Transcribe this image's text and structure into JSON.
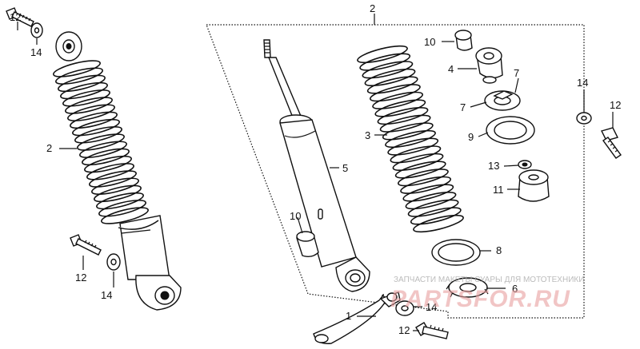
{
  "labels": {
    "c2_assembly": "2",
    "c2_left": "2",
    "c12_top_left": "12",
    "c14_top_left": "14",
    "c12_bottom_left": "12",
    "c14_bottom_left": "14",
    "c5": "5",
    "c3": "3",
    "c10_top": "10",
    "c10_mid": "10",
    "c4": "4",
    "c7_a": "7",
    "c7_b": "7",
    "c9": "9",
    "c13": "13",
    "c11": "11",
    "c8": "8",
    "c6": "6",
    "c1": "1",
    "c14_bottom_mid": "14",
    "c12_bottom_mid": "12",
    "c14_right": "14",
    "c12_right": "12"
  },
  "watermark": {
    "caption": "ЗАПЧАСТИ МАКЕТЫ СУАРЫ ДЛЯ МОТОТЕХНИКИ",
    "logo_text": "PARTSFOR.RU",
    "color": "#e8a0a0"
  }
}
